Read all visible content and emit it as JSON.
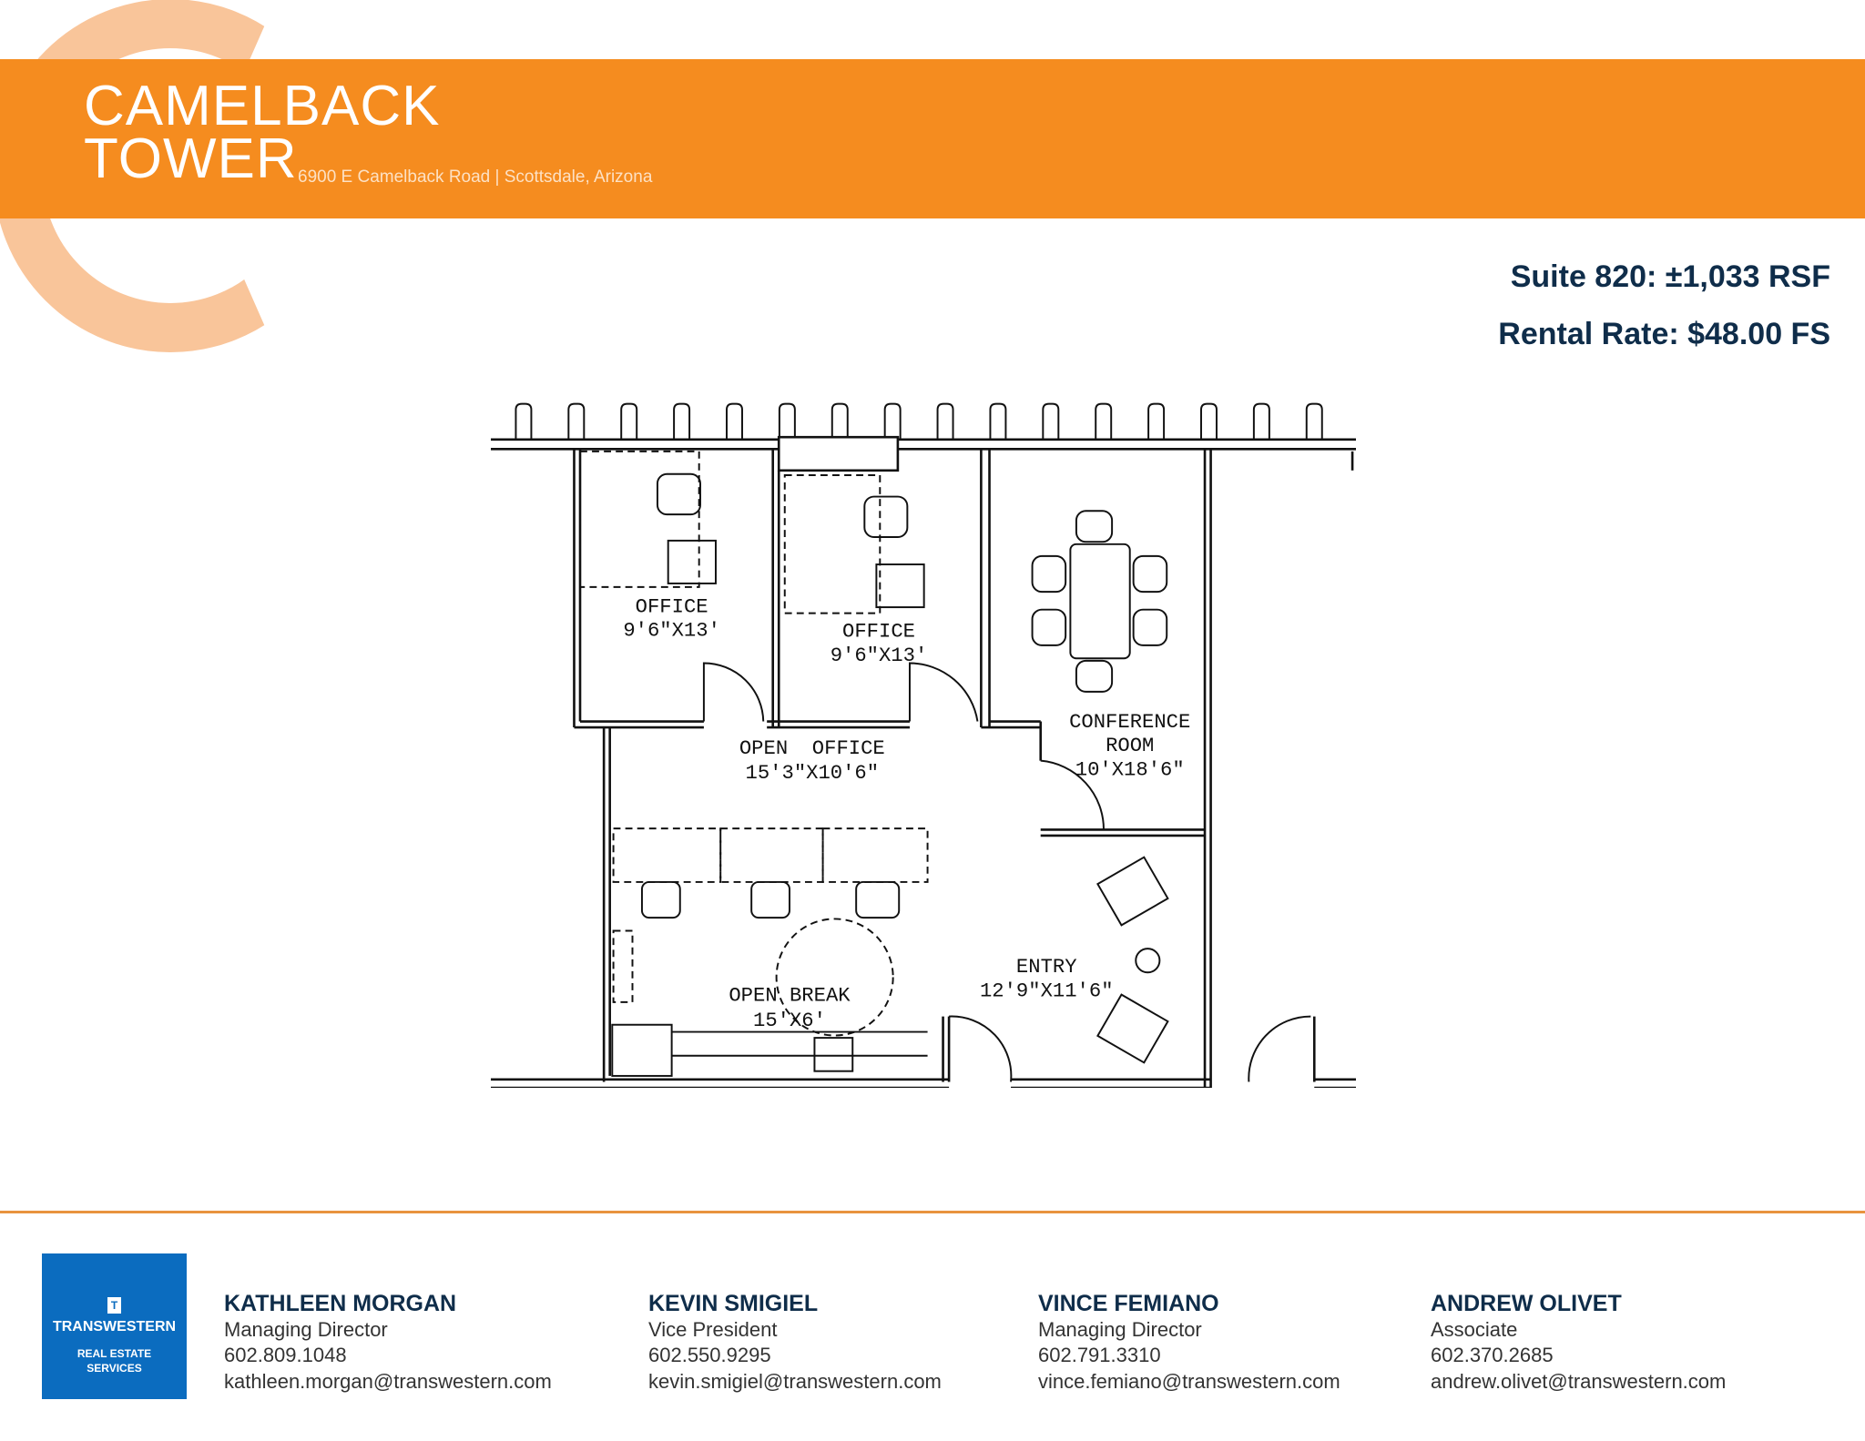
{
  "header": {
    "title_line1": "CAMELBACK",
    "title_line2": "TOWER",
    "address": "6900 E Camelback Road | Scottsdale, Arizona",
    "colors": {
      "band": "#f58c1f",
      "arc": "#f9c59a",
      "text_dark": "#0f2d4a"
    }
  },
  "suite": {
    "size": "Suite 820: ±1,033 RSF",
    "rate": "Rental Rate: $48.00 FS"
  },
  "floorplan": {
    "rooms": [
      {
        "name": "OFFICE",
        "dims": "9'6\"X13'"
      },
      {
        "name": "OFFICE",
        "dims": "9'6\"X13'"
      },
      {
        "name": "CONFERENCE",
        "name2": "ROOM",
        "dims": "10'X18'6\""
      },
      {
        "name": "OPEN  OFFICE",
        "dims": "15'3\"X10'6\""
      },
      {
        "name": "OPEN BREAK",
        "dims": "15'X6'"
      },
      {
        "name": "ENTRY",
        "dims": "12'9\"X11'6\""
      }
    ]
  },
  "logo": {
    "mark": "T",
    "brand": "TRANSWESTERN",
    "sub1": "REAL ESTATE",
    "sub2": "SERVICES",
    "color": "#0b6cbf"
  },
  "contacts": [
    {
      "name": "KATHLEEN MORGAN",
      "title": "Managing Director",
      "phone": "602.809.1048",
      "email": "kathleen.morgan@transwestern.com"
    },
    {
      "name": "KEVIN SMIGIEL",
      "title": "Vice President",
      "phone": "602.550.9295",
      "email": "kevin.smigiel@transwestern.com"
    },
    {
      "name": "VINCE FEMIANO",
      "title": "Managing Director",
      "phone": "602.791.3310",
      "email": "vince.femiano@transwestern.com"
    },
    {
      "name": "ANDREW OLIVET",
      "title": "Associate",
      "phone": "602.370.2685",
      "email": "andrew.olivet@transwestern.com"
    }
  ]
}
